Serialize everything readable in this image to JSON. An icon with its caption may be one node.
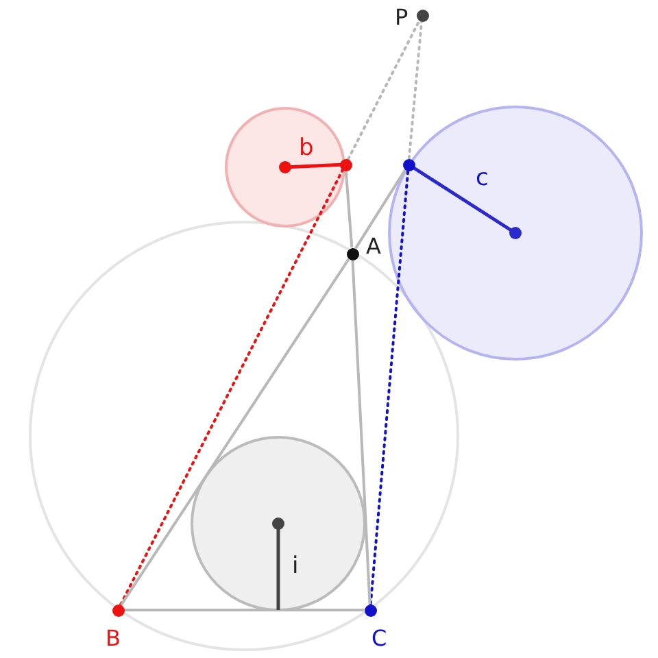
{
  "diagram": {
    "nodes": [
      {
        "text": [],
        "shape": "circle",
        "beside": [
          "P"
        ]
      },
      {
        "text": [],
        "shape": "circle",
        "beside": [
          "A"
        ]
      },
      {
        "text": [],
        "shape": "circle",
        "beside": [
          "B"
        ]
      },
      {
        "text": [],
        "shape": "circle",
        "beside": [
          "C"
        ]
      },
      {
        "text": [],
        "shape": "circle"
      },
      {
        "text": [],
        "shape": "circle"
      }
    ],
    "edges": [
      {
        "from": 2,
        "to": 4,
        "arrow": "none",
        "style": "dashed",
        "color": "#ee1111"
      },
      {
        "from": 4,
        "to": 0,
        "arrow": "none",
        "style": "dashed"
      },
      {
        "from": 3,
        "to": 5,
        "arrow": "none",
        "style": "dashed",
        "color": "#1111cc"
      },
      {
        "from": 5,
        "to": 0,
        "arrow": "none",
        "style": "dashed"
      },
      {
        "from": 2,
        "to": 1,
        "arrow": "none"
      },
      {
        "from": 1,
        "to": 5,
        "arrow": "none"
      },
      {
        "from": 3,
        "to": 1,
        "arrow": "none"
      },
      {
        "from": 1,
        "to": 4,
        "arrow": "none"
      },
      {
        "from": 2,
        "to": 3,
        "arrow": "none"
      }
    ],
    "labels": [
      "b",
      "c",
      "i"
    ]
  }
}
